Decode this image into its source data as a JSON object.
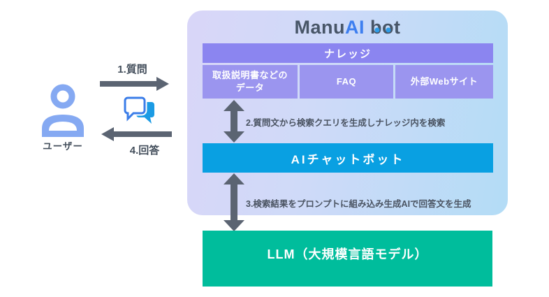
{
  "logo": {
    "manu": "Manu",
    "ai": "AI",
    "b": "b",
    "o": "o",
    "t": "t"
  },
  "knowledge": {
    "header": "ナレッジ",
    "cells": [
      {
        "line1": "取扱説明書などの",
        "line2": "データ"
      },
      {
        "line1": "FAQ",
        "line2": ""
      },
      {
        "line1": "外部Webサイト",
        "line2": ""
      }
    ]
  },
  "bars": {
    "chatbot": "AIチャットボット",
    "llm": "LLM（大規模言語モデル）"
  },
  "steps": {
    "step1": "1.質問",
    "step2": "2.質問文から検索クエリを生成しナレッジ内を検索",
    "step3": "3.検索結果をプロンプトに組み込み生成AIで回答文を生成",
    "step4": "4.回答"
  },
  "user": {
    "label": "ユーザー"
  },
  "colors": {
    "knowledge_header": "#8b85f0",
    "knowledge_cell": "#9b95ef",
    "chatbot_bar": "#09a0e2",
    "llm_bar": "#00bd9c",
    "arrow": "#5b6472",
    "user_icon": "#85a9f2",
    "chat_outline": "#3b7de8",
    "chat_fill": "#1b9be4",
    "logo_dark": "#485668",
    "logo_blue": "#3e7ff0",
    "container_gradient_left": "#d9d6f8",
    "container_gradient_right": "#b3dcf6"
  }
}
